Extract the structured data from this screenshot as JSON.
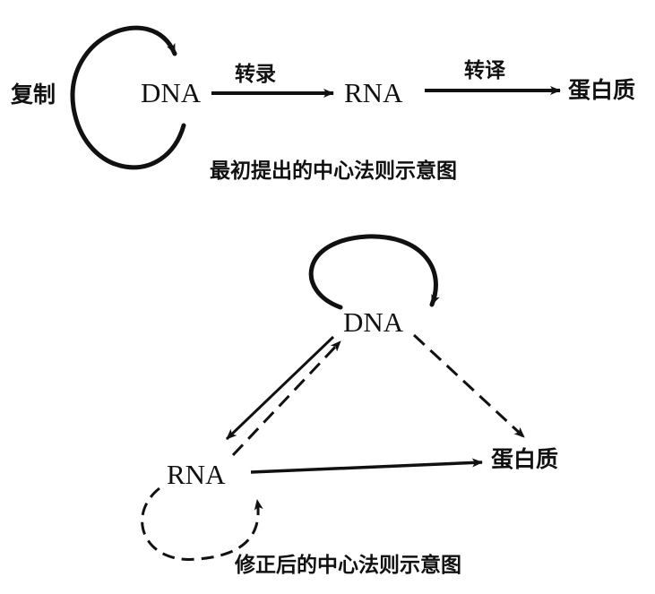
{
  "original_diagram": {
    "nodes": {
      "dna": "DNA",
      "rna": "RNA",
      "protein": "蛋白质"
    },
    "processes": {
      "replication": "复制",
      "transcription": "转录",
      "translation": "转译"
    },
    "caption": "最初提出的中心法则示意图"
  },
  "revised_diagram": {
    "nodes": {
      "dna": "DNA",
      "rna": "RNA",
      "protein": "蛋白质"
    },
    "caption": "修正后的中心法则示意图"
  },
  "colors": {
    "ink": "#111111",
    "background": "#ffffff"
  }
}
